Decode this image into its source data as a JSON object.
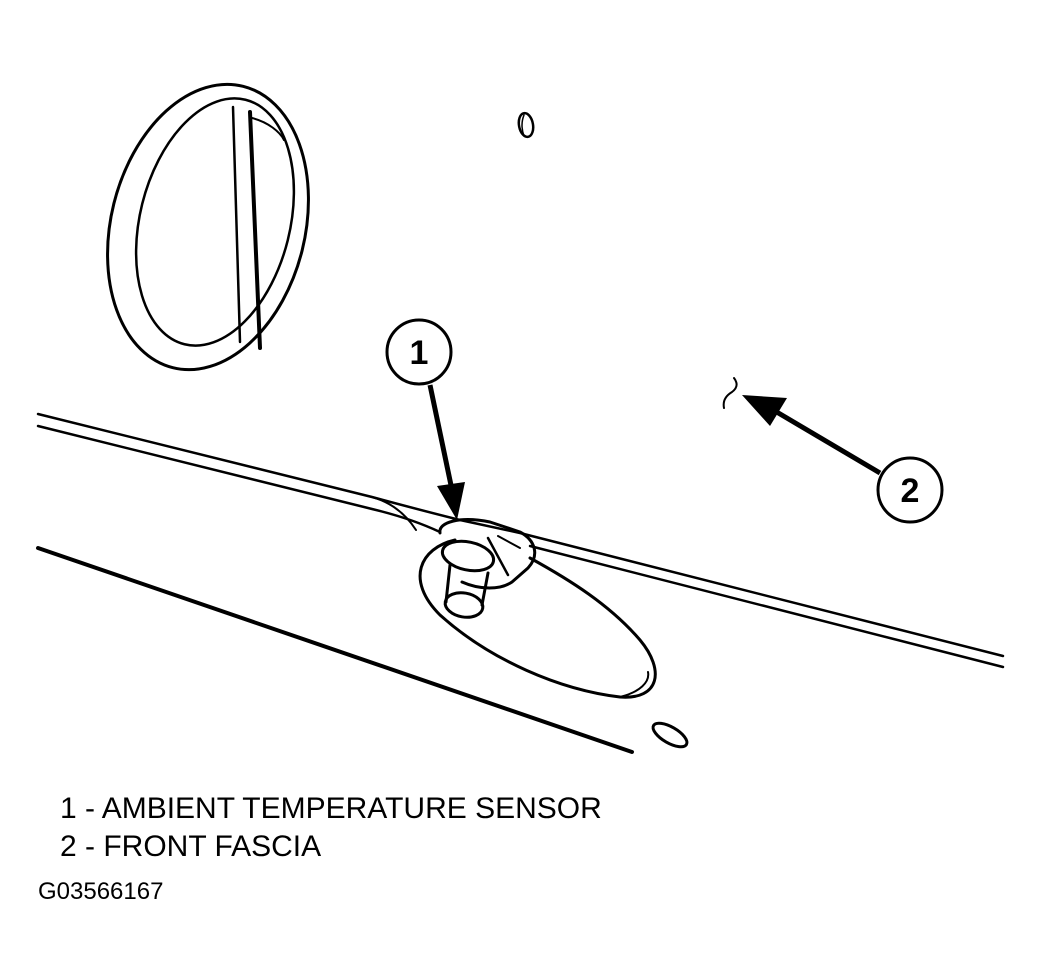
{
  "callouts": [
    {
      "number": "1"
    },
    {
      "number": "2"
    }
  ],
  "legend": [
    {
      "text": "1 - AMBIENT TEMPERATURE SENSOR"
    },
    {
      "text": "2 - FRONT FASCIA"
    }
  ],
  "figure_id": "G03566167"
}
